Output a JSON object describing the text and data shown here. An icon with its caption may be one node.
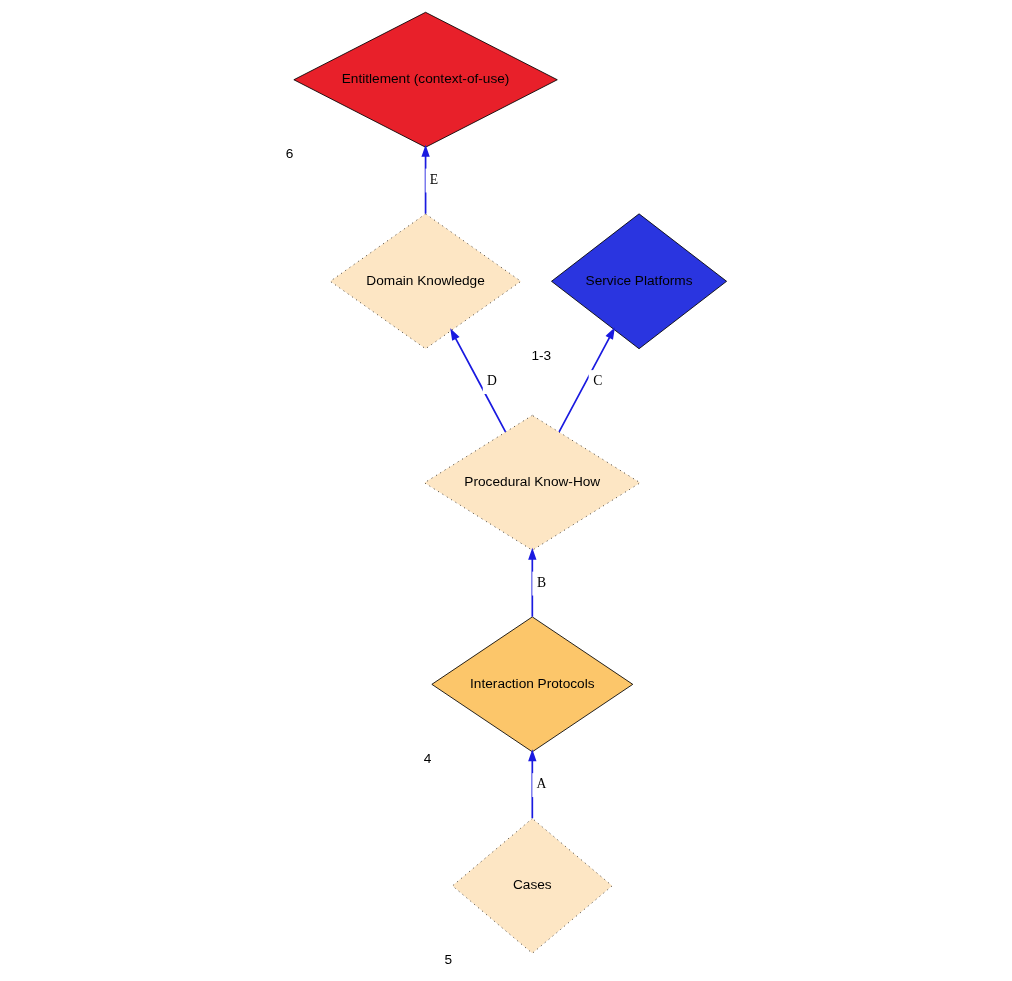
{
  "diagram": {
    "nodes": [
      {
        "text": [
          "Domain Knowledge"
        ]
      },
      {
        "text": [
          "Entitlement (context-of-use)"
        ],
        "beside": [
          "6"
        ]
      },
      {
        "text": [
          "Procedural Know-How"
        ]
      },
      {
        "text": [
          "Cases"
        ],
        "beside": [
          "5"
        ]
      },
      {
        "text": [
          "Interaction Protocols"
        ],
        "beside": [
          "4"
        ]
      },
      {
        "text": [
          "Service Platforms"
        ],
        "beside": [
          "1-3"
        ]
      }
    ],
    "edges": [
      {
        "from": 3,
        "to": 4,
        "arrow": "to",
        "label": "A"
      },
      {
        "from": 4,
        "to": 2,
        "arrow": "to",
        "label": "B"
      },
      {
        "from": 2,
        "to": 5,
        "arrow": "to",
        "label": "C"
      },
      {
        "from": 2,
        "to": 0,
        "arrow": "to",
        "label": "D"
      },
      {
        "from": 0,
        "to": 1,
        "arrow": "to",
        "label": "E"
      }
    ]
  }
}
